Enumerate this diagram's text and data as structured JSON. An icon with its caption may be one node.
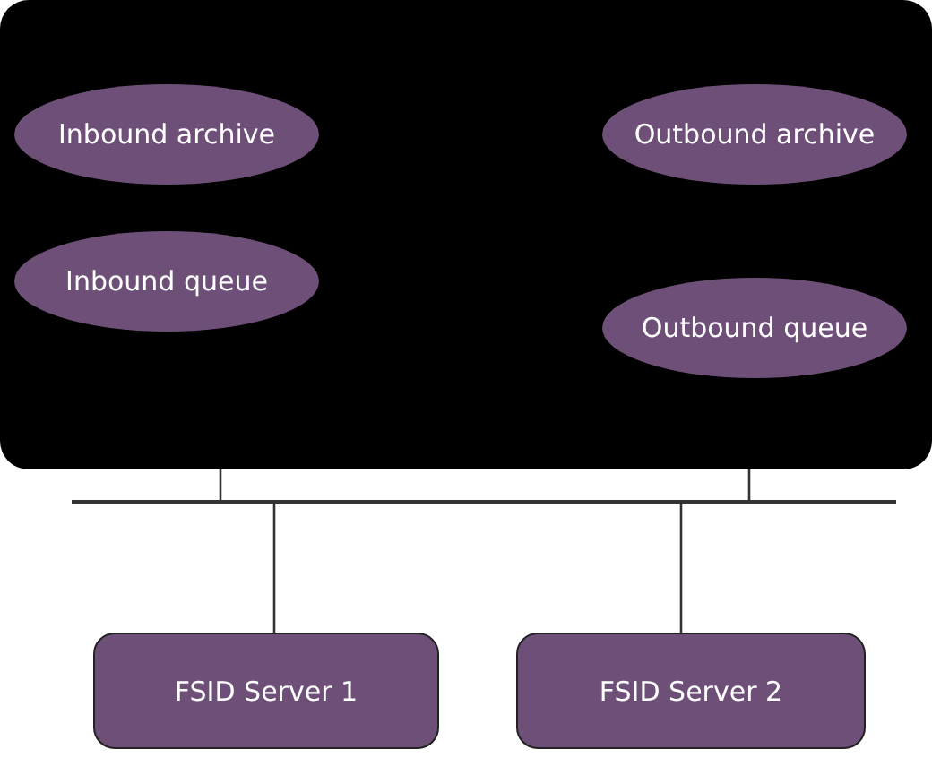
{
  "diagram": {
    "nodes": [
      {
        "text": [],
        "shape": "box"
      },
      {
        "text": [
          "Inbound archive"
        ],
        "in": 0
      },
      {
        "text": [
          "Outbound archive"
        ],
        "in": 0
      },
      {
        "text": [
          "Inbound queue"
        ],
        "in": 0
      },
      {
        "text": [
          "Outbound queue"
        ],
        "in": 0
      },
      {
        "text": [],
        "shape": "bar"
      },
      {
        "text": [
          "FSID Server 1"
        ]
      },
      {
        "text": [
          "FSID Server 2"
        ]
      }
    ],
    "edges": [
      {
        "from": 0,
        "to": 5,
        "arrow": "none"
      },
      {
        "from": 0,
        "to": 5,
        "arrow": "none"
      },
      {
        "from": 5,
        "to": 6,
        "arrow": "none"
      },
      {
        "from": 5,
        "to": 7,
        "arrow": "none"
      }
    ]
  }
}
